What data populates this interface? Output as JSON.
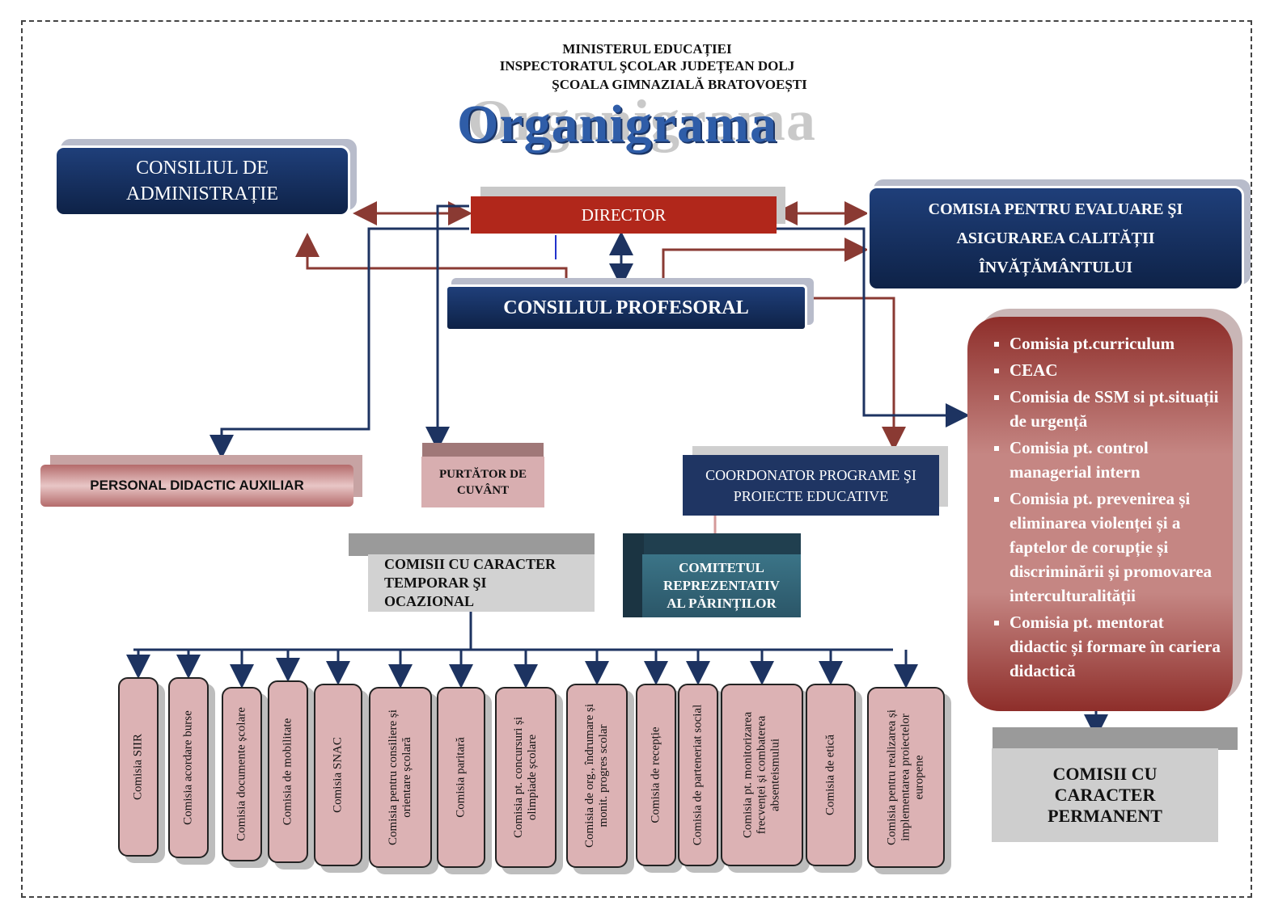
{
  "header": {
    "line1": "MINISTERUL  EDUCAȚIEI",
    "line2": "INSPECTORATUL ŞCOLAR  JUDEȚEAN DOLJ",
    "line3": "ŞCOALA GIMNAZIALĂ BRATOVOEȘTI",
    "title": "Organigrama"
  },
  "nodes": {
    "consiliul_administratie": "CONSILIUL DE ADMINISTRAȚIE",
    "director": "DIRECTOR",
    "comisia_evaluare": "COMISIA PENTRU EVALUARE ŞI ASIGURAREA CALITĂȚII ÎNVĂȚĂMÂNTULUI",
    "consiliul_profesoral": "CONSILIUL PROFESORAL",
    "personal_didactic_auxiliar": "PERSONAL DIDACTIC AUXILIAR",
    "purtator_de_cuvant": "PURTĂTOR DE  CUVÂNT",
    "coordonator": "COORDONATOR  PROGRAME  ŞI PROIECTE  EDUCATIVE",
    "comitetul": "COMITETUL REPREZENTATIV AL PĂRINȚILOR",
    "comisii_temporar": "COMISII CU CARACTER TEMPORAR ŞI OCAZIONAL",
    "comisii_permanent": "COMISII CU CARACTER PERMANENT"
  },
  "permanent_commissions": [
    "Comisia pt.curriculum",
    "CEAC",
    "Comisia de SSM si pt.situații de urgență",
    "Comisia pt. control managerial intern",
    "Comisia pt. prevenirea și eliminarea violenței și a faptelor de corupție și discriminării și promovarea interculturalității",
    "Comisia pt. mentorat didactic și formare în cariera didactică"
  ],
  "temporary_commissions": [
    "Comisia  SIIR",
    "Comisia  acordare burse",
    "Comisia  documente școlare",
    "Comisia de mobilitate",
    "Comisia SNAC",
    "Comisia pentru consiliere și orientare școlară",
    "Comisia  paritară",
    "Comisia  pt.  concursuri  și olimpiade școlare",
    "Comisia  de org., îndrumare și monit. progres scolar",
    "Comisia  de recepție",
    "Comisia de parteneriat social",
    "Comisia  pt.  monitorizarea frecvenței  și  combaterea absenteismului",
    "Comisia de etică",
    "Comisia pentru realizarea și implementarea  proiectelor europene"
  ]
}
